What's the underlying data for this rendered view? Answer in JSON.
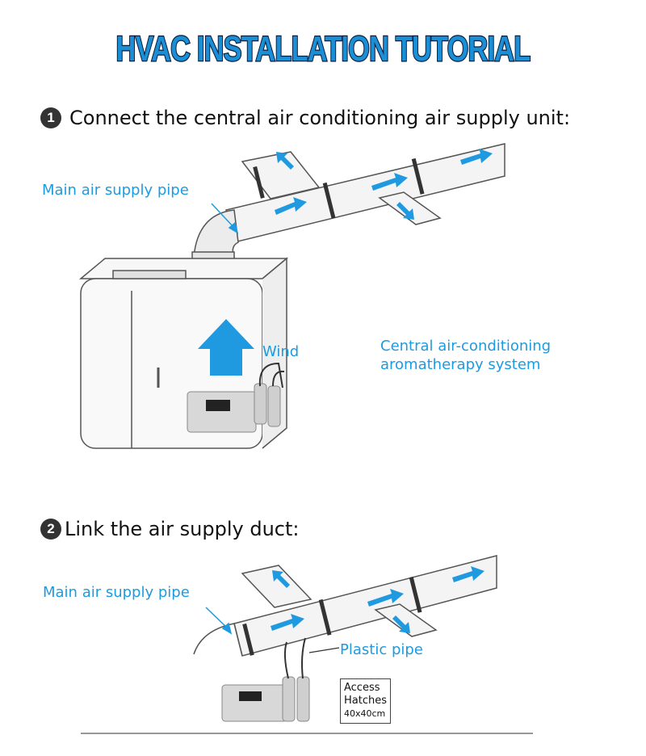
{
  "title": "HVAC INSTALLATION TUTORIAL",
  "colors": {
    "title_fill": "#1a8fd6",
    "title_stroke": "#0a1a3a",
    "label_blue": "#1d9be0",
    "arrow_blue": "#1f9ae0"
  },
  "steps": [
    {
      "number": "1",
      "text": "Connect the central air conditioning air supply unit:"
    },
    {
      "number": "2",
      "text": "Link the air supply duct:"
    }
  ],
  "diagram1": {
    "main_pipe_label": "Main air supply pipe",
    "wind_label": "Wind",
    "system_label_line1": "Central air-conditioning",
    "system_label_line2": "aromatherapy system"
  },
  "diagram2": {
    "main_pipe_label": "Main air supply pipe",
    "plastic_pipe_label": "Plastic pipe",
    "access_line1": "Access",
    "access_line2": "Hatches",
    "access_size": "40x40cm"
  }
}
